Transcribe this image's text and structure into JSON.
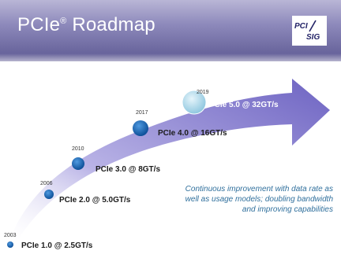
{
  "header": {
    "title": "PCIe",
    "title_sup": "®",
    "title_rest": " Roadmap"
  },
  "logo": {
    "text_top": "PCI",
    "text_bottom": "SIG"
  },
  "milestones": [
    {
      "year": "2003",
      "label": "PCIe 1.0 @ 2.5GT/s"
    },
    {
      "year": "2006",
      "label": "PCIe 2.0 @ 5.0GT/s"
    },
    {
      "year": "2010",
      "label": "PCIe 3.0 @ 8GT/s"
    },
    {
      "year": "2017",
      "label": "PCIe 4.0 @ 16GT/s"
    },
    {
      "year": "2019",
      "label": "PCIe 5.0 @ 32GT/s"
    }
  ],
  "note": "Continuous improvement with data rate as well as usage models; doubling bandwidth and improving capabilities",
  "colors": {
    "header": "#6f6ba3",
    "arrow": "#7a72c4",
    "dot": "#1b64b0",
    "dot_future": "#a9d6ea",
    "note": "#2f6f9c"
  }
}
